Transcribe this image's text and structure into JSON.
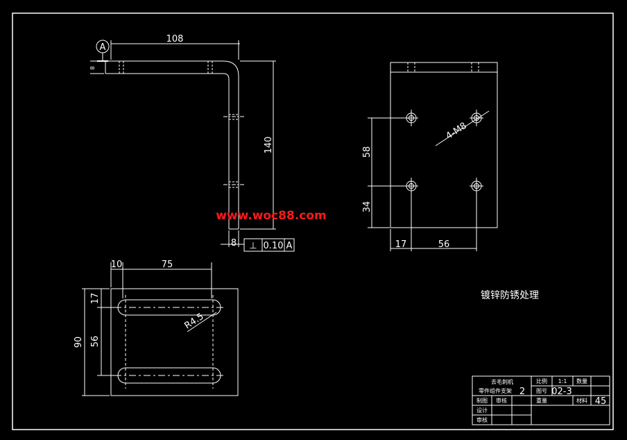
{
  "watermark": "www.woc88.com",
  "colors": {
    "background": "#000000",
    "lines": "#ffffff",
    "watermark": "#ff1a1a"
  },
  "datum": {
    "label": "A"
  },
  "side_view": {
    "dim_length": "108",
    "dim_height": "140",
    "dim_thickness": "8",
    "dim_top": "8"
  },
  "tolerance_frame": {
    "symbol": "⊥",
    "value": "0.10",
    "datum": "A"
  },
  "front_view": {
    "dim_58": "58",
    "dim_34": "34",
    "dim_17": "17",
    "dim_56": "56",
    "hole_callout": "4-M8"
  },
  "top_view": {
    "dim_10": "10",
    "dim_75": "75",
    "dim_17": "17",
    "dim_56": "56",
    "dim_90": "90",
    "radius": "R4.5"
  },
  "note": "镀锌防锈处理",
  "title_block": {
    "machine": "去毛刺机",
    "part": "零件组件支架",
    "part_num": "2",
    "scale_label": "比例",
    "scale": "1:1",
    "qty_label": "数量",
    "drawing_no_label": "图号",
    "drawing_no": "02-3",
    "weight_label": "重量",
    "material_label": "材料",
    "material": "45",
    "drawn_label": "制图",
    "design_label": "设计",
    "check_label": "审核",
    "approve_label": "审核"
  }
}
